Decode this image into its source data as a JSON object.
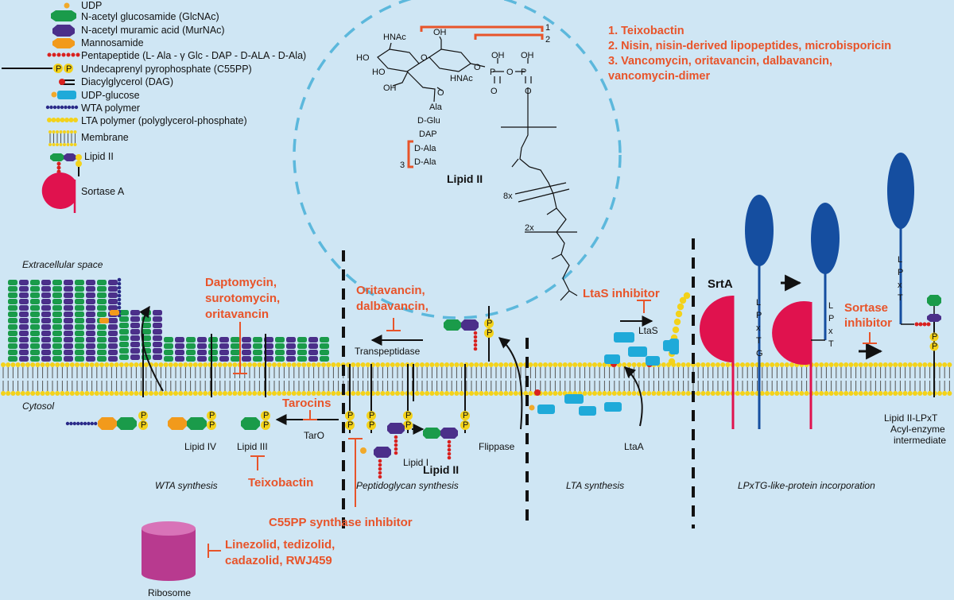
{
  "legend": {
    "udp": "UDP",
    "glcnac": "N-acetyl glucosamide (GlcNAc)",
    "murnac": "N-acetyl muramic acid (MurNAc)",
    "mannosamide": "Mannosamide",
    "pentapeptide": "Pentapeptide (L- Ala - γ Glc - DAP - D-ALA - D-Ala)",
    "c55pp": "Undecaprenyl pyrophosphate (C55PP)",
    "dag": "Diacylglycerol (DAG)",
    "udp_glucose": "UDP-glucose",
    "wta": "WTA polymer",
    "lta": "LTA polymer (polyglycerol-phosphate)",
    "membrane": "Membrane",
    "lipid2": "Lipid II",
    "sortase": "Sortase A"
  },
  "numbered_list": {
    "item1": "1. Teixobactin",
    "item2": "2. Nisin, nisin-derived lipopeptides, microbisporicin",
    "item3a": "3. Vancomycin, oritavancin, dalbavancin,",
    "item3b": "vancomycin-dimer"
  },
  "structure": {
    "hnac1": "HNAc",
    "hnac2": "HNAc",
    "oh1": "OH",
    "oh2": "OH",
    "ho1": "HO",
    "ho2": "HO",
    "oh3": "OH",
    "oh4": "OH",
    "o1": "O",
    "o2": "O",
    "o3": "O",
    "o4": "O",
    "o5": "O",
    "p1": "P",
    "p2": "P",
    "ala": "Ala",
    "dglu": "D-Glu",
    "dap": "DAP",
    "dala1": "D-Ala",
    "dala2": "D-Ala",
    "n1": "1",
    "n2": "2",
    "n3": "3",
    "rep8": "8x",
    "rep2": "2x",
    "title": "Lipid II"
  },
  "regions": {
    "extracellular": "Extracellular space",
    "cytosol": "Cytosol"
  },
  "labels": {
    "transpeptidase": "Transpeptidase",
    "flippase": "Flippase",
    "lipid_iv": "Lipid IV",
    "lipid_iii": "Lipid III",
    "taro": "TarO",
    "lipid_i": "Lipid I",
    "lipid_ii": "Lipid II",
    "ltas": "LtaS",
    "ltaa": "LtaA",
    "srta": "SrtA",
    "ribosome": "Ribosome",
    "acyl1": "Lipid II-LPxT",
    "acyl2": "Acyl-enzyme",
    "acyl3": "intermediate",
    "motif1": "LPxTG",
    "motif2": "LPxT",
    "motif3": "LPxT",
    "p": "P"
  },
  "inhibitors": {
    "dapto1": "Daptomycin,",
    "dapto2": "surotomycin,",
    "dapto3": "oritavancin",
    "orita1": "Oritavancin,",
    "orita2": "dalbavancin,",
    "tarocins": "Tarocins",
    "teixobactin": "Teixobactin",
    "ltas_inh": "LtaS inhibitor",
    "sortase1": "Sortase",
    "sortase2": "inhibitor",
    "c55pp_inh": "C55PP synthase inhibitor",
    "ribo1": "Linezolid, tedizolid,",
    "ribo2": "cadazolid, RWJ459"
  },
  "sections": {
    "wta": "WTA synthesis",
    "pg": "Peptidoglycan synthesis",
    "lta": "LTA synthesis",
    "lpxtg": "LPxTG-like-protein incorporation"
  },
  "colors": {
    "background": "#cfe6f4",
    "glcnac": "#1a9b4a",
    "murnac": "#4b2f8a",
    "mannosamide": "#f29a1b",
    "peptide": "#d9211f",
    "phosphate": "#f3d21a",
    "udp": "#f1a92a",
    "glucose": "#1faad9",
    "wta": "#2a2a88",
    "inhibitor": "#e8542a",
    "sortase": "#e0124e",
    "protein": "#154ea0",
    "ribosome": "#b83a8f",
    "dashed_circle": "#5cb8dc"
  }
}
